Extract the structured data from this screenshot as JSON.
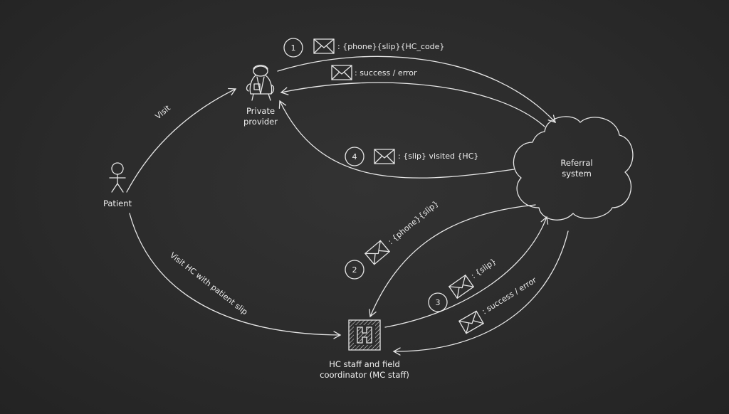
{
  "nodes": {
    "patient": "Patient",
    "private_provider": [
      "Private",
      "provider"
    ],
    "referral_system": [
      "Referral",
      "system"
    ],
    "hc_staff": [
      "HC staff and field",
      "coordinator (MC staff)"
    ]
  },
  "edges": {
    "visit": "Visit",
    "visit_hc": "Visit HC with patient slip"
  },
  "messages": {
    "m1": {
      "number": "1",
      "text": ": {phone}{slip}{HC_code}"
    },
    "m1_reply": {
      "text": ": success / error"
    },
    "m2": {
      "number": "2",
      "text": ": {phone}{slip}"
    },
    "m3": {
      "number": "3",
      "text": ": {slip}"
    },
    "m3_reply": {
      "text": ": success / error"
    },
    "m4": {
      "number": "4",
      "text": ": {slip} visited {HC}"
    }
  },
  "colors": {
    "background": "#2b2b2b",
    "chalk": "#e6e6e6"
  }
}
